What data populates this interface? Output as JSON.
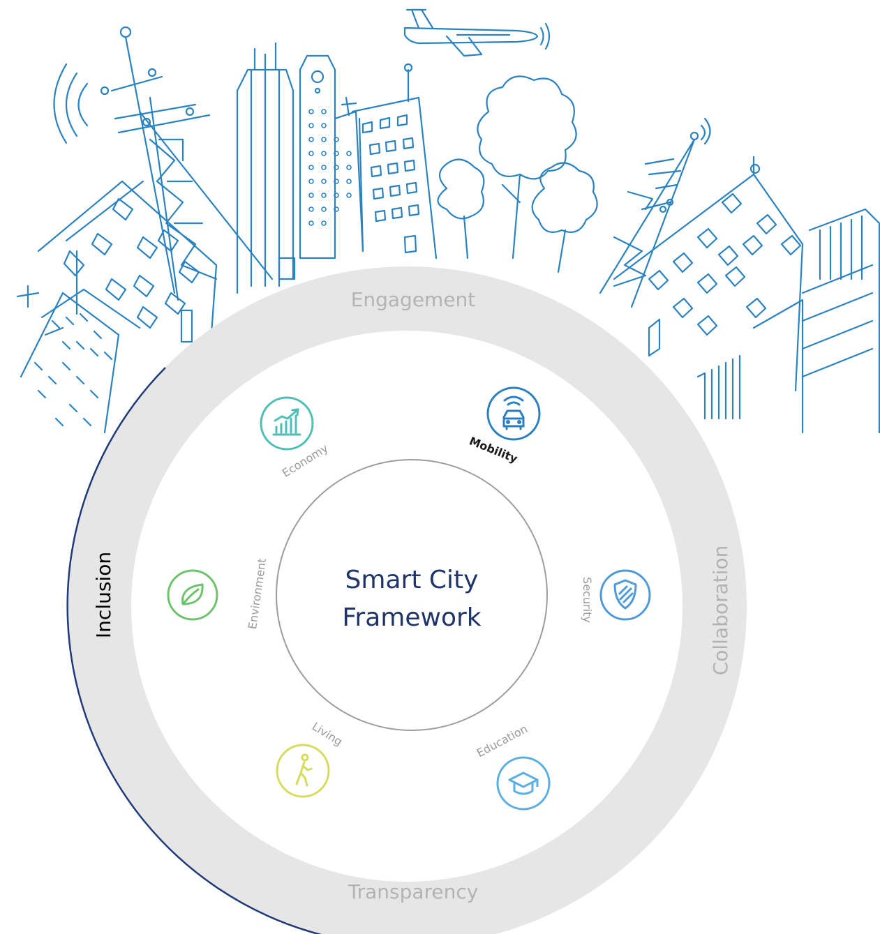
{
  "diagram": {
    "center": {
      "line1": "Smart City",
      "line2": "Framework"
    },
    "ring_labels": {
      "top": "Engagement",
      "right": "Collaboration",
      "bottom": "Transparency",
      "left": "Inclusion"
    },
    "pillars": [
      {
        "id": "economy",
        "label": "Economy",
        "icon": "chart-icon",
        "color": "#4cbfb6"
      },
      {
        "id": "mobility",
        "label": "Mobility",
        "icon": "car-icon",
        "color": "#2a7fc0"
      },
      {
        "id": "security",
        "label": "Security",
        "icon": "shield-icon",
        "color": "#4e9ad8"
      },
      {
        "id": "education",
        "label": "Education",
        "icon": "graduation-cap-icon",
        "color": "#5aaee0"
      },
      {
        "id": "living",
        "label": "Living",
        "icon": "walking-person-icon",
        "color": "#d6dc5a"
      },
      {
        "id": "environment",
        "label": "Environment",
        "icon": "leaf-icon",
        "color": "#6cc36a"
      }
    ],
    "colors": {
      "city_lines": "#2a82c0",
      "ring_fill": "#e6e6e6",
      "ring_outline": "#1f3a78",
      "center_text": "#1f3468",
      "ring_label_gray": "#b3b3b3",
      "inclusion_label": "#000000"
    }
  }
}
